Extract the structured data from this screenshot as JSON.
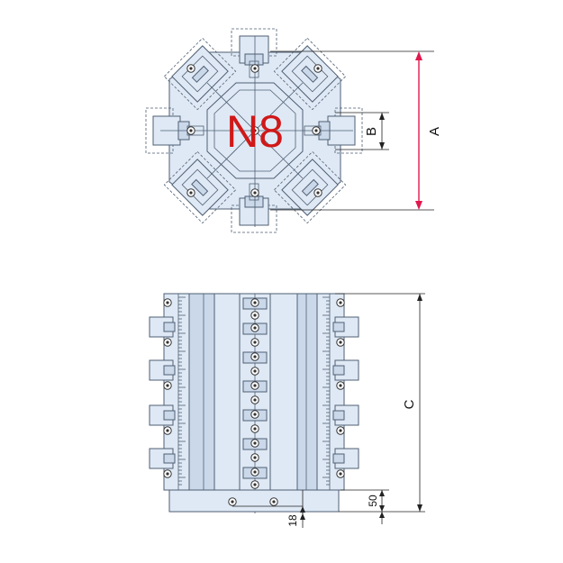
{
  "model_label": "N8",
  "dimensions": {
    "A": "A",
    "B": "B",
    "C": "C",
    "base_height": "50",
    "offset": "18"
  },
  "colors": {
    "part_fill": "#dfe9f5",
    "outline": "#4f5f73",
    "dimension_red": "#e0184d",
    "model_label": "#d01818"
  }
}
